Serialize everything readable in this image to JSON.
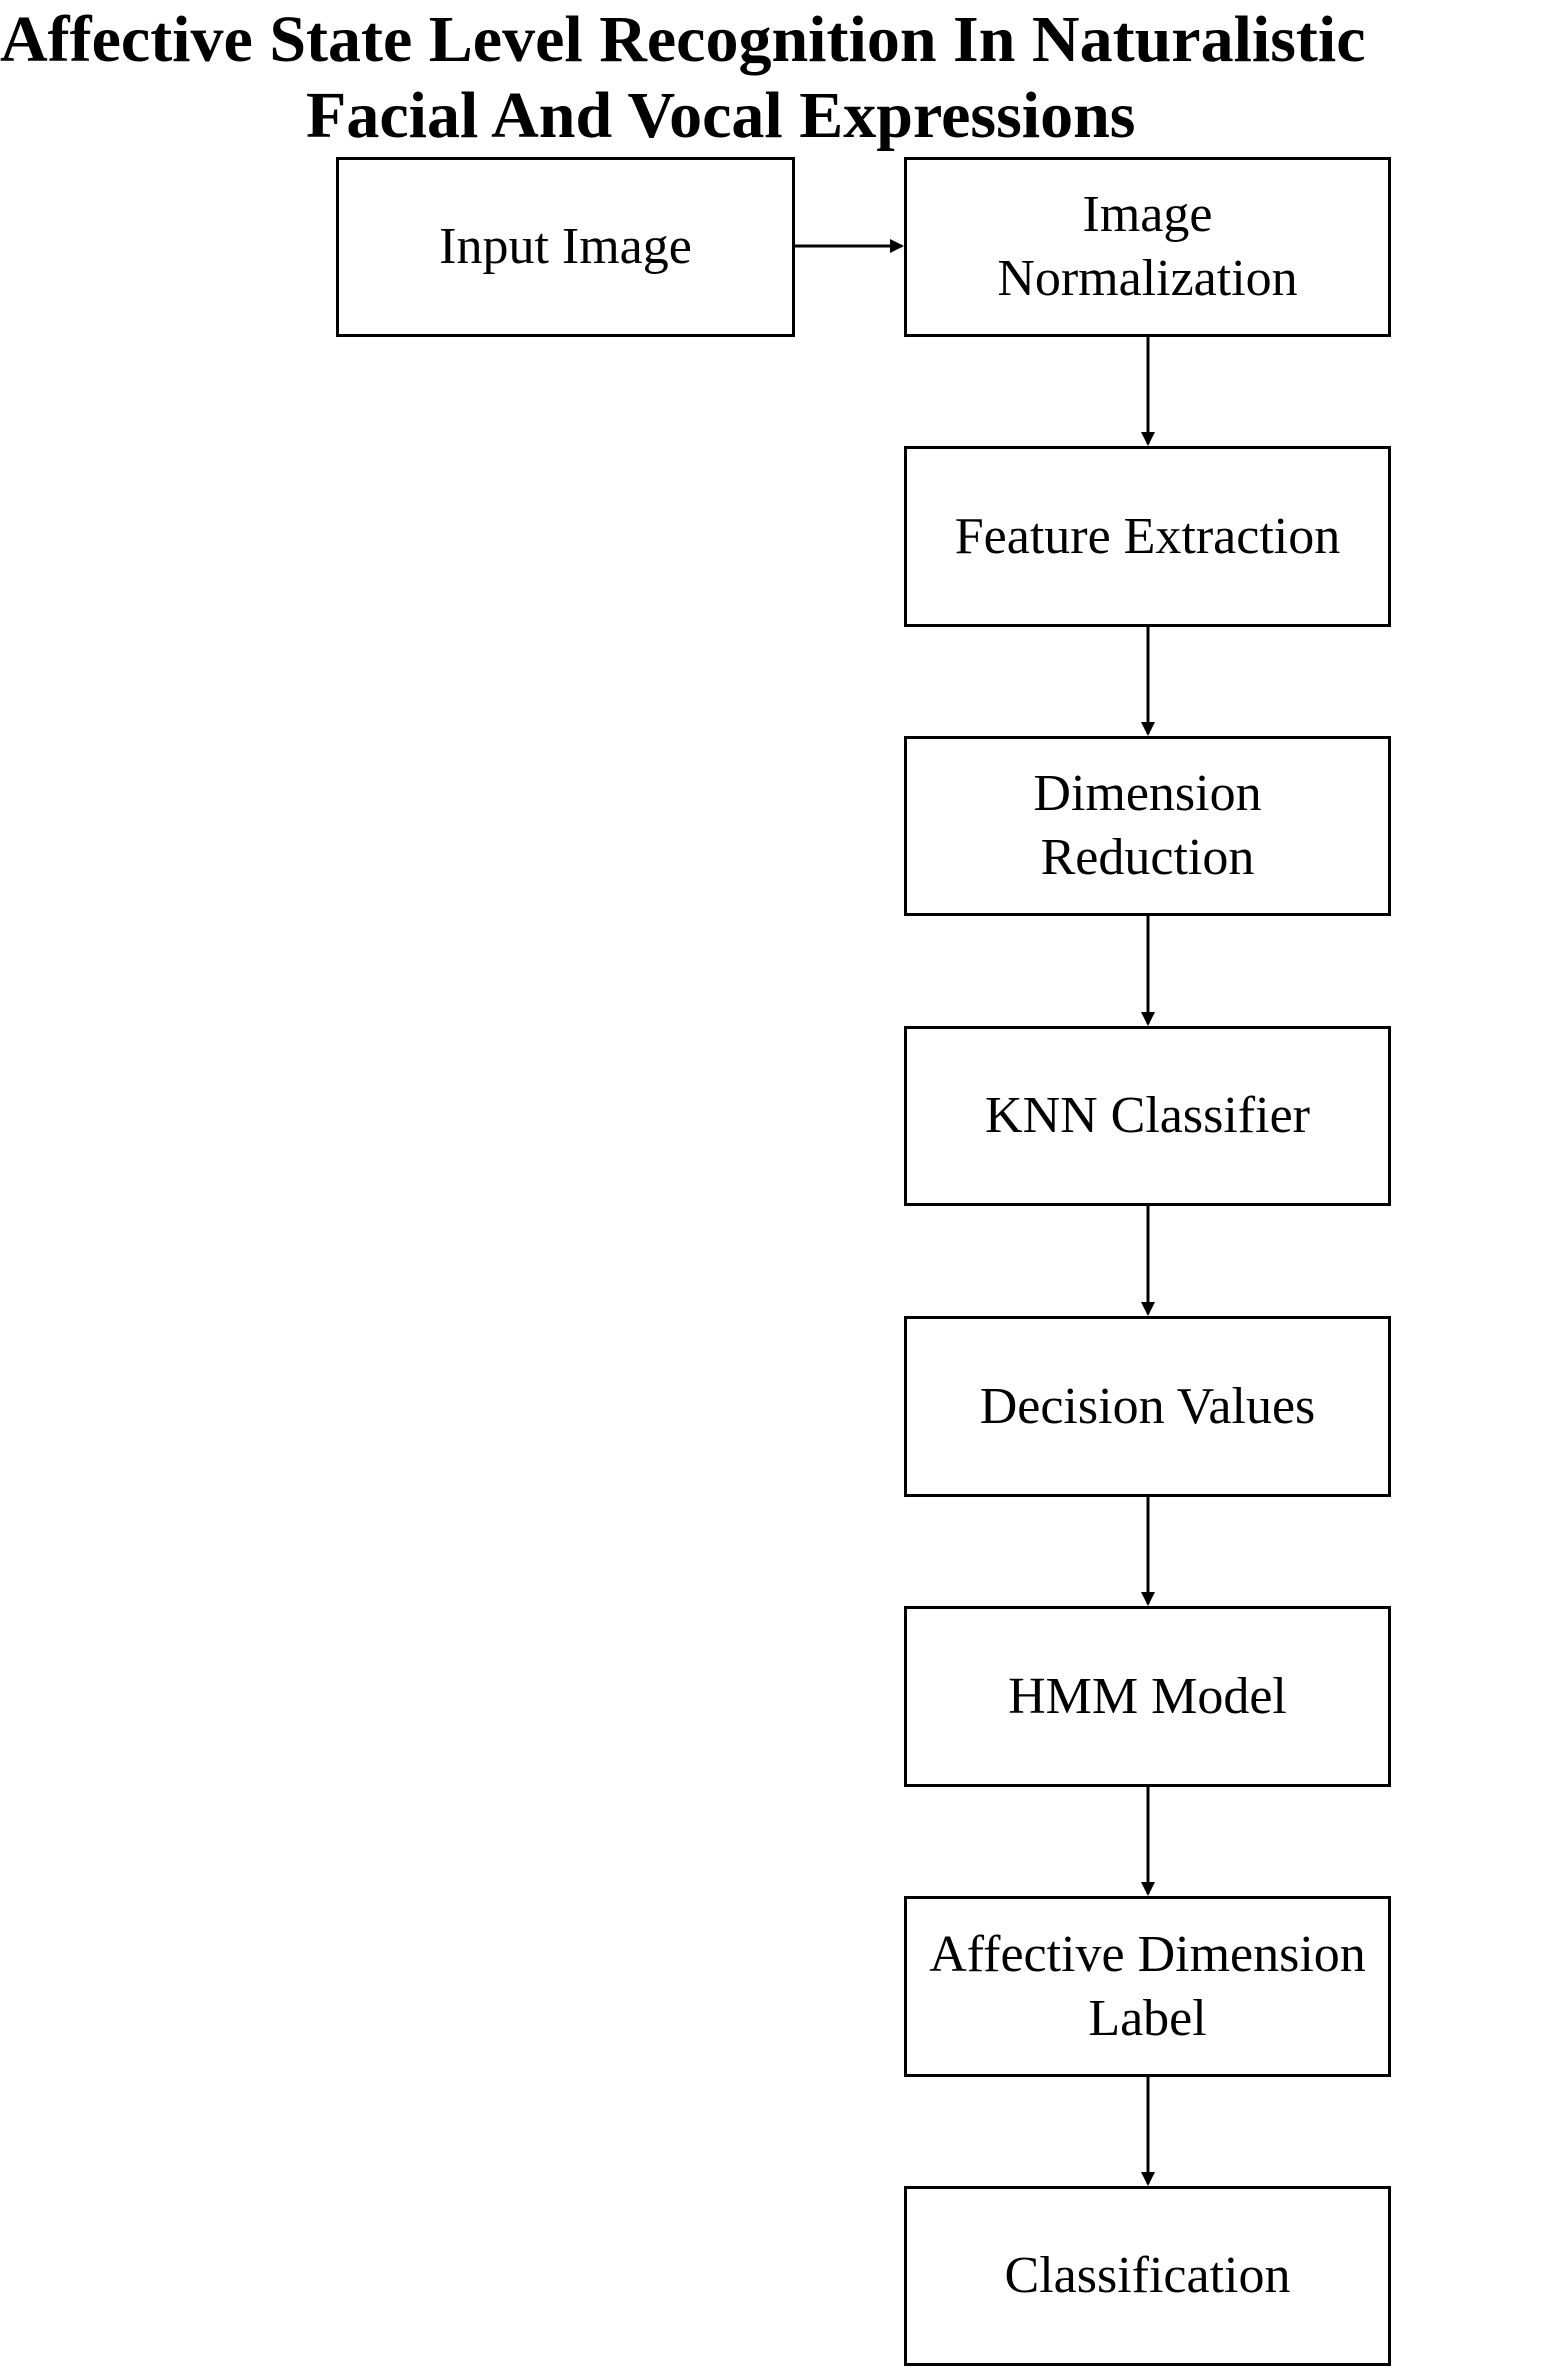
{
  "title": {
    "line1": "Affective State Level Recognition In Naturalistic",
    "line2": "Facial And Vocal Expressions"
  },
  "nodes": {
    "input_image": "Input Image",
    "image_normalization": "Image\nNormalization",
    "feature_extraction": "Feature Extraction",
    "dimension_reduction": "Dimension\nReduction",
    "knn_classifier": "KNN Classifier",
    "decision_values": "Decision Values",
    "hmm_model": "HMM Model",
    "affective_dimension_label": "Affective Dimension\nLabel",
    "classification": "Classification"
  },
  "edges": [
    [
      "input_image",
      "image_normalization"
    ],
    [
      "image_normalization",
      "feature_extraction"
    ],
    [
      "feature_extraction",
      "dimension_reduction"
    ],
    [
      "dimension_reduction",
      "knn_classifier"
    ],
    [
      "knn_classifier",
      "decision_values"
    ],
    [
      "decision_values",
      "hmm_model"
    ],
    [
      "hmm_model",
      "affective_dimension_label"
    ],
    [
      "affective_dimension_label",
      "classification"
    ]
  ],
  "colors": {
    "stroke": "#000000",
    "background": "#ffffff"
  }
}
